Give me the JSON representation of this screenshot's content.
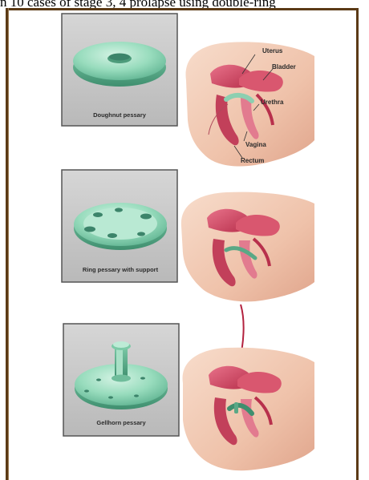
{
  "caption": "n 10 cases of stage 3, 4 prolapse using double-ring",
  "panels": [
    {
      "device_label": "Doughnut pessary",
      "device_icon": "doughnut-pessary-icon"
    },
    {
      "device_label": "Ring pessary with support",
      "device_icon": "ring-pessary-icon"
    },
    {
      "device_label": "Gellhorn pessary",
      "device_icon": "gellhorn-pessary-icon"
    }
  ],
  "anatomy_labels": {
    "uterus": "Uterus",
    "bladder": "Bladder",
    "urethra": "Urethra",
    "vagina": "Vagina",
    "rectum": "Rectum"
  },
  "colors": {
    "frame": "#5b3a16",
    "panel_bg": "#c9c9c9",
    "pessary": "#8fd3b6",
    "tissue": "#f2c9b3",
    "organ": "#d1425b"
  }
}
